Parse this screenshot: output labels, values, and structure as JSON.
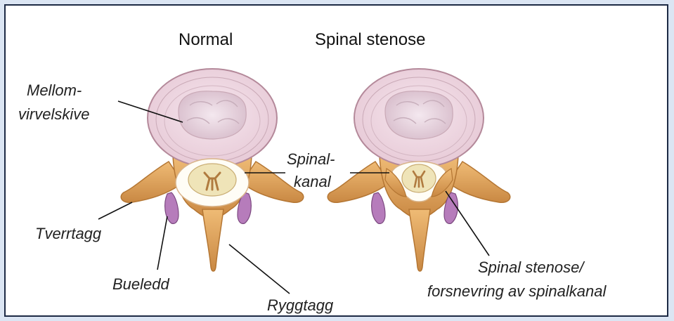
{
  "figure": {
    "title_normal": "Normal",
    "title_stenosis": "Spinal stenose",
    "labels": {
      "disc_line1": "Mellom-",
      "disc_line2": "virvelskive",
      "canal_line1": "Spinal-",
      "canal_line2": "kanal",
      "transverse": "Tverrtagg",
      "facet": "Bueledd",
      "spinous": "Ryggtagg",
      "stenosis_line1": "Spinal stenose/",
      "stenosis_line2": "forsnevring av spinalkanal"
    }
  },
  "colors": {
    "page_bg": "#dbe5f3",
    "frame": "#1d2a44",
    "disc_outer": "#f3dde6",
    "disc_ring": "#c9a9b6",
    "nucleus": "#e9d7e1",
    "bone": "#e2a45c",
    "bone_dark": "#b97a34",
    "facet_cartilage": "#b67cbb",
    "cord": "#efe4b8",
    "cord_dark": "#b07b3f"
  }
}
